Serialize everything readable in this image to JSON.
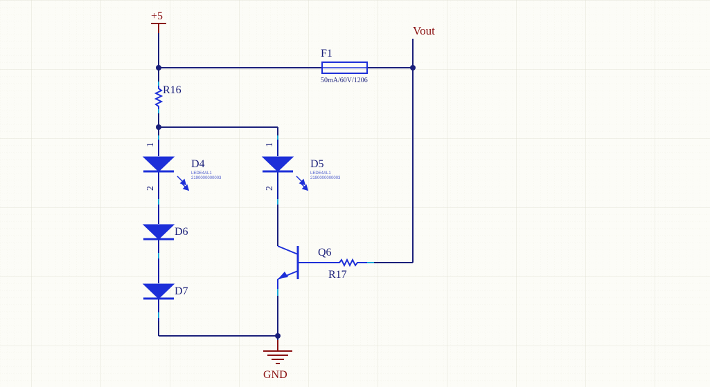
{
  "power": {
    "vcc_label": "+5",
    "gnd_label": "GND",
    "out_label": "Vout"
  },
  "fuse": {
    "ref": "F1",
    "value": "50mA/60V/1206"
  },
  "resistors": {
    "top": "R16",
    "base": "R17"
  },
  "transistor": {
    "ref": "Q6"
  },
  "diodes": {
    "d4": {
      "ref": "D4",
      "part": "LEDE4AL1",
      "code": "2190000000003",
      "pin_anode": "1",
      "pin_cathode": "2"
    },
    "d5": {
      "ref": "D5",
      "part": "LEDE4AL1",
      "code": "2190000000003",
      "pin_anode": "1",
      "pin_cathode": "2"
    },
    "d6": {
      "ref": "D6"
    },
    "d7": {
      "ref": "D7"
    }
  },
  "colors": {
    "wire": "#1a1f7a",
    "component": "#1d2fd8",
    "power": "#8a1010",
    "pin_end": "#18a7d8",
    "background": "#fcfcf7"
  }
}
